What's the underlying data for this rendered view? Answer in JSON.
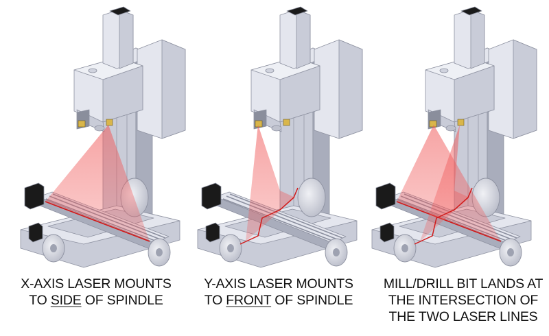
{
  "panels": [
    {
      "id": "x-axis",
      "beam_mode": "side",
      "caption": [
        [
          {
            "text": "X-AXIS LASER MOUNTS",
            "underline": false
          }
        ],
        [
          {
            "text": "TO ",
            "underline": false
          },
          {
            "text": "SIDE",
            "underline": true
          },
          {
            "text": " OF SPINDLE",
            "underline": false
          }
        ]
      ]
    },
    {
      "id": "y-axis",
      "beam_mode": "front",
      "caption": [
        [
          {
            "text": "Y-AXIS LASER MOUNTS",
            "underline": false
          }
        ],
        [
          {
            "text": "TO ",
            "underline": false
          },
          {
            "text": "FRONT",
            "underline": true
          },
          {
            "text": " OF SPINDLE",
            "underline": false
          }
        ]
      ]
    },
    {
      "id": "intersection",
      "beam_mode": "both",
      "caption": [
        [
          {
            "text": "MILL/DRILL BIT LANDS AT",
            "underline": false
          }
        ],
        [
          {
            "text": "THE INTERSECTION OF",
            "underline": false
          }
        ],
        [
          {
            "text": "THE TWO LASER LINES",
            "underline": false
          }
        ]
      ]
    }
  ],
  "colors": {
    "machine_light": "#e4e6ee",
    "machine_mid": "#c9ccd8",
    "machine_dark": "#a9adbc",
    "motor": "#1a1a1a",
    "laser_beam": "#f05a5a",
    "laser_line": "#d11a1a",
    "caption_text": "#111111"
  }
}
